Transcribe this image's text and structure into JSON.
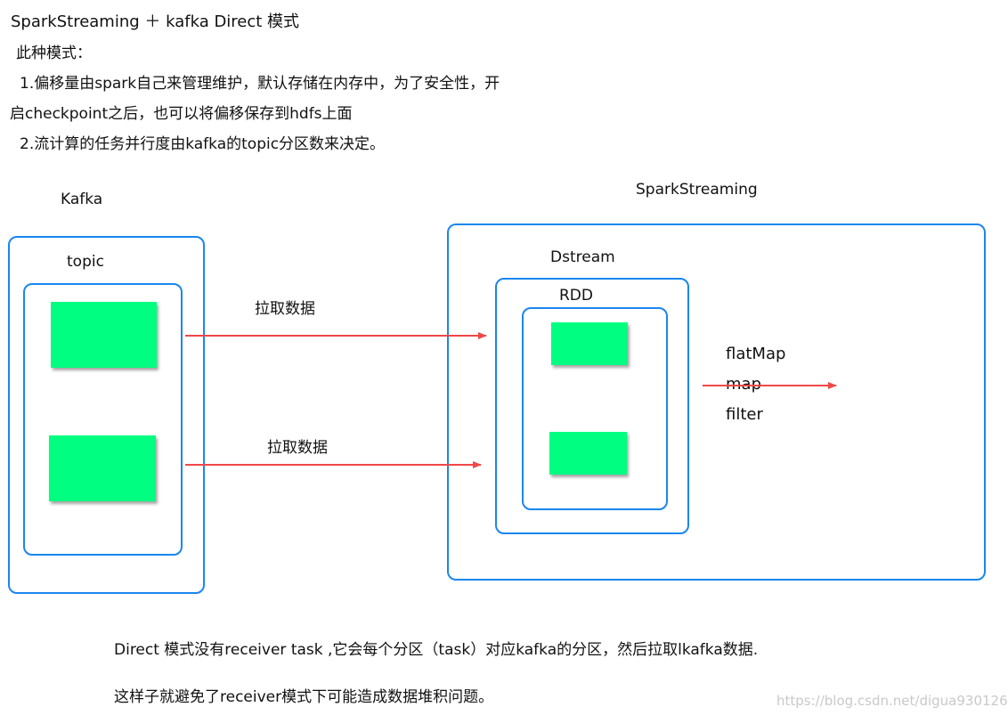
{
  "header": {
    "title": "SparkStreaming ＋ kafka Direct 模式",
    "subtitle": "此种模式：",
    "point1_line1": "1.偏移量由spark自己来管理维护，默认存储在内存中，为了安全性，开",
    "point1_line2": "启checkpoint之后，也可以将偏移保存到hdfs上面",
    "point2": "2.流计算的任务并行度由kafka的topic分区数来决定。"
  },
  "kafka": {
    "label": "Kafka",
    "topic_label": "topic"
  },
  "spark": {
    "label": "SparkStreaming",
    "dstream_label": "Dstream",
    "rdd_label": "RDD"
  },
  "arrows": {
    "pull_label_1": "拉取数据",
    "pull_label_2": "拉取数据"
  },
  "operations": [
    "flatMap",
    "map",
    "filter"
  ],
  "footer": {
    "note1": "Direct 模式没有receiver task ,它会每个分区（task）对应kafka的分区，然后拉取lkafka数据.",
    "note2": "这样子就避免了receiver模式下可能造成数据堆积问题。"
  },
  "watermark": "https://blog.csdn.net/digua930126",
  "colors": {
    "border": "#1a86f0",
    "block": "#00ff80",
    "arrow": "#f04848"
  }
}
